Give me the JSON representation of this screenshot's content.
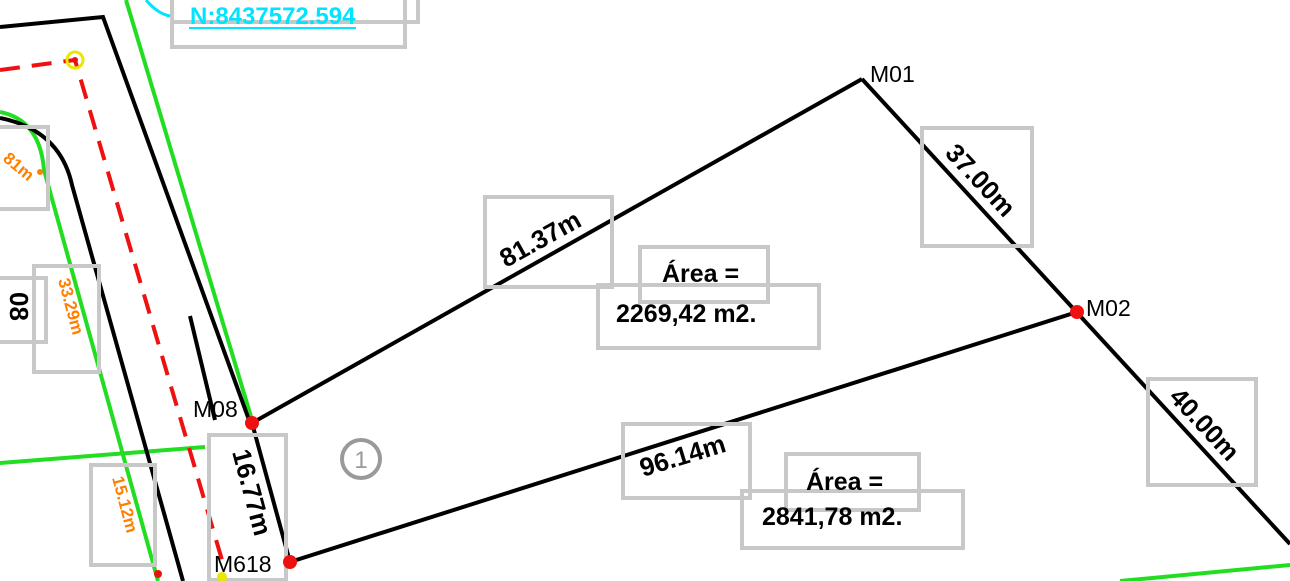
{
  "points": {
    "m01": "M01",
    "m02": "M02",
    "m08": "M08",
    "m618": "M618"
  },
  "dimensions": {
    "d_m08_m01": "81.37m",
    "d_m01_m02": "37.00m",
    "d_m02_bottom": "40.00m",
    "d_m618_m02": "96.14m",
    "d_m08_m618": "16.77m"
  },
  "areas": {
    "a1_label": "Área  =",
    "a1_value": "2269,42    m2.",
    "a2_label": "Área  =",
    "a2_value": "2841,78    m2."
  },
  "lot_marker": "1",
  "side_labels": {
    "orange_top": "81m",
    "orange_mid": "33.29m",
    "orange_bottom": "15.12m",
    "black_left": "08"
  },
  "coordinate": "N:8437572.594",
  "colors": {
    "line": "#000000",
    "green": "#22dd22",
    "red_dash": "#ee1111",
    "label_box": "#c8c8c8",
    "orange": "#ff7f00",
    "cyan": "#00e5ff",
    "point": "#ee1111",
    "yellow": "#e8e800"
  }
}
